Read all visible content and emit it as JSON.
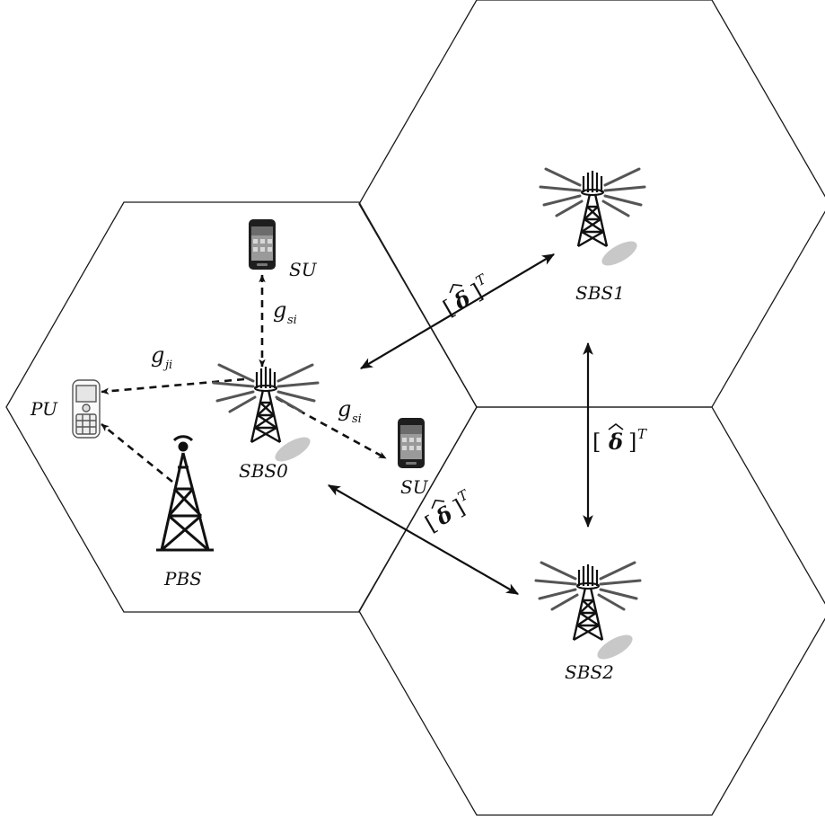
{
  "nodes": {
    "pu": {
      "label": "PU",
      "icon": "feature-phone-icon"
    },
    "su_top": {
      "label": "SU",
      "icon": "smartphone-icon"
    },
    "su_right": {
      "label": "SU",
      "icon": "smartphone-icon"
    },
    "sbs0": {
      "label": "SBS0",
      "icon": "radio-tower-icon"
    },
    "sbs1": {
      "label": "SBS1",
      "icon": "radio-tower-icon"
    },
    "sbs2": {
      "label": "SBS2",
      "icon": "radio-tower-icon"
    },
    "pbs": {
      "label": "PBS",
      "icon": "lattice-tower-icon"
    }
  },
  "links": {
    "g_si_top": {
      "base": "g",
      "sub": "si"
    },
    "g_si_right": {
      "base": "g",
      "sub": "si"
    },
    "g_ji": {
      "base": "g",
      "sub": "ji"
    },
    "delta_hat": {
      "open": "[",
      "symbol": "δ",
      "close": "]",
      "sup": "T"
    }
  },
  "colors": {
    "line": "#111111",
    "tower_shadow": "#bbbbbb"
  }
}
